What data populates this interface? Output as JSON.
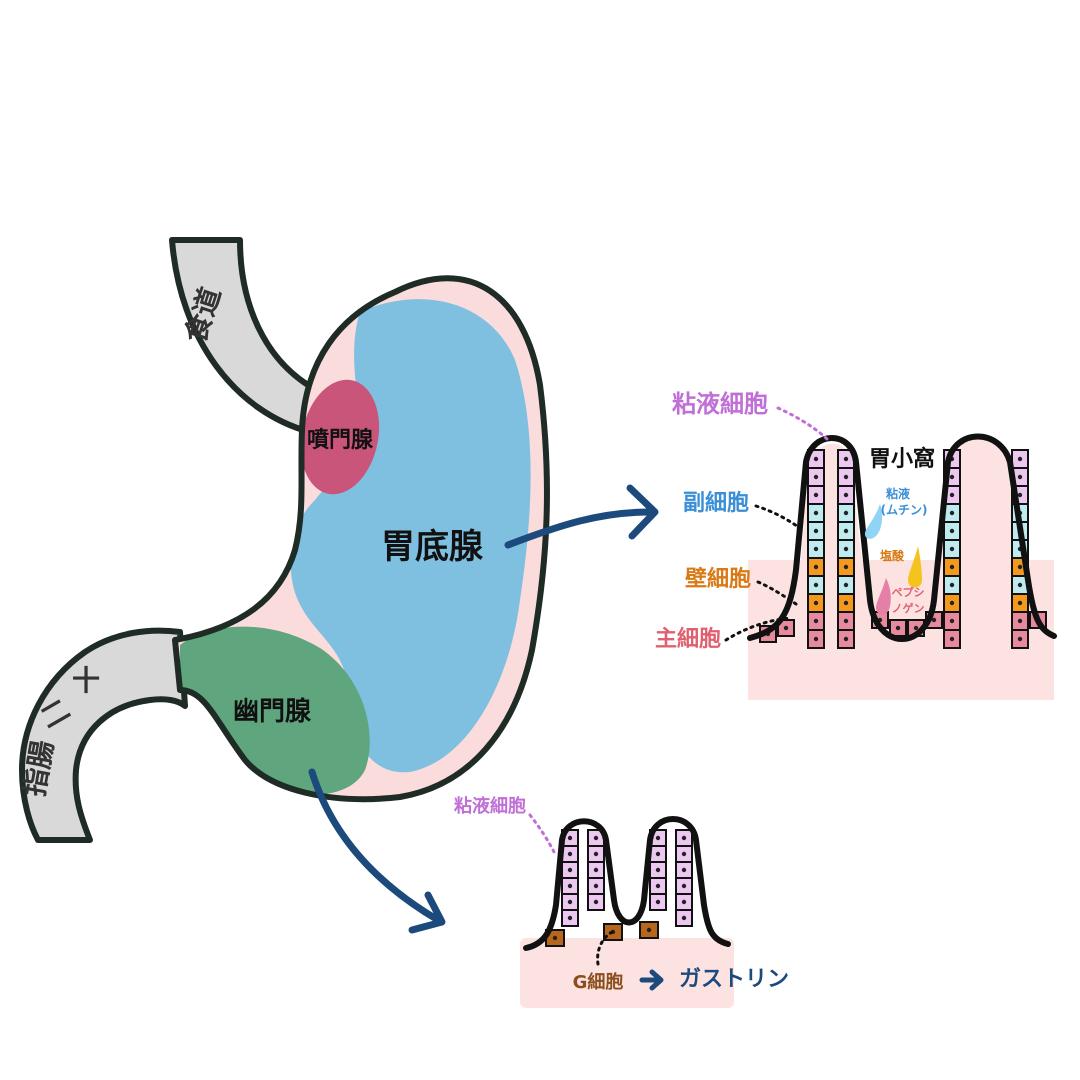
{
  "labels": {
    "esophagus": "食道",
    "duodenum_top": "十",
    "duodenum_mid": "二",
    "duodenum_bottom": "指腸",
    "cardiac_gland": "噴門腺",
    "fundic_gland": "胃底腺",
    "pyloric_gland": "幽門腺",
    "mucous_cell_top": "粘液細胞",
    "gastric_pit": "胃小窩",
    "accessory_cell": "副細胞",
    "parietal_cell": "壁細胞",
    "chief_cell": "主細胞",
    "mucus_line1": "粘液",
    "mucus_line2": "(ムチン)",
    "hcl": "塩酸",
    "pepsinogen_line1": "ペプシ",
    "pepsinogen_line2": "ノゲン",
    "mucous_cell_bottom": "粘液細胞",
    "g_cell": "G細胞",
    "gastrin": "ガストリン"
  },
  "colors": {
    "outline": "#1f2b25",
    "stomach_fill": "#fbdcdc",
    "fundic_blue": "#7fbfe0",
    "cardiac_pink": "#c9557a",
    "pyloric_green": "#5fa57e",
    "tube_gray": "#d9d9d9",
    "mucosa_pink": "#fde2e2",
    "mucous_cell": "#ecc8f0",
    "accessory_cell": "#bfeaf0",
    "parietal_cell": "#f39a1e",
    "chief_cell": "#e88a9e",
    "g_cell": "#b8661c",
    "arrow_navy": "#1d4a7c",
    "label_purple": "#c06fd6",
    "label_blue": "#3a8fd6",
    "label_orange": "#d97a16",
    "label_red": "#e06070",
    "label_brown": "#8a4f1c",
    "label_navy": "#1d4a7c"
  },
  "icons": [
    "arrow-right-icon",
    "mucus-drop-icon",
    "hcl-drop-icon",
    "pepsinogen-drop-icon"
  ]
}
